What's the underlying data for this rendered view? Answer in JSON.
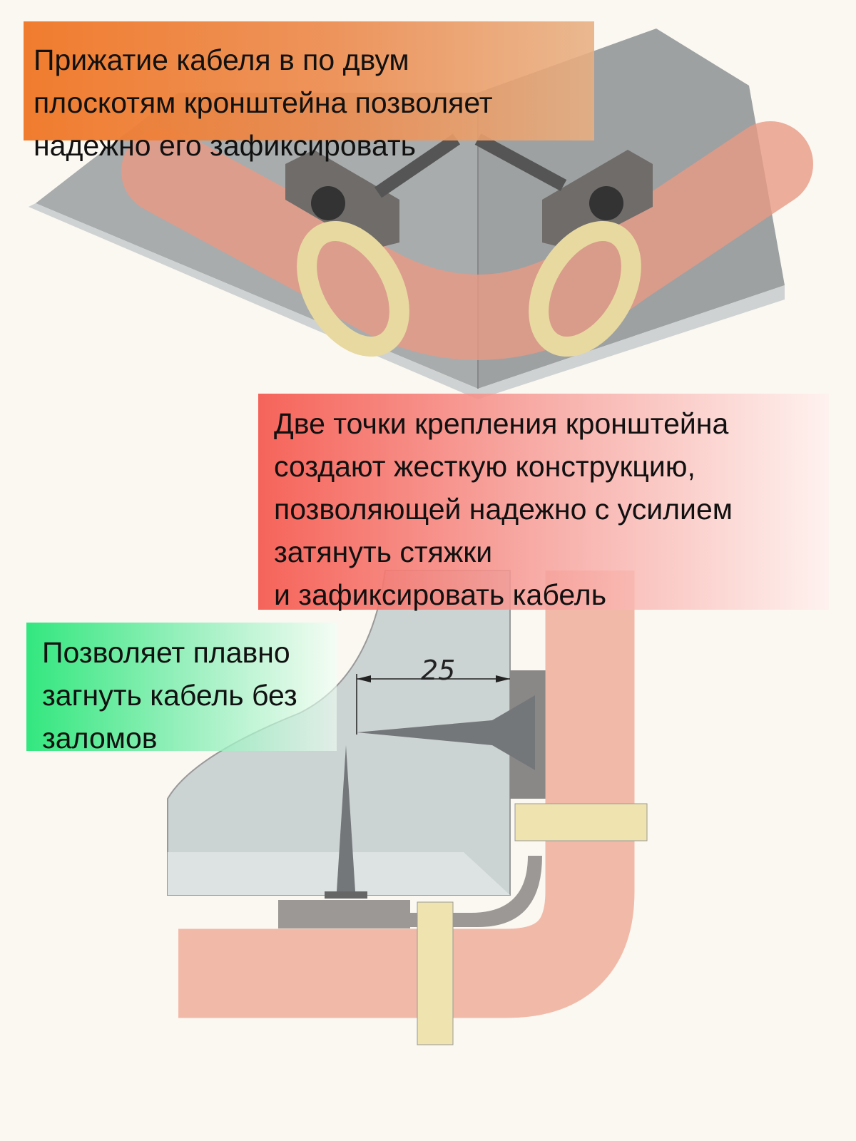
{
  "callouts": {
    "top": {
      "lines": [
        "Прижатие кабеля в по двум",
        "плоскотям кронштейна позволяет",
        "надежно его зафиксировать"
      ],
      "color": "#f07828"
    },
    "middle": {
      "lines": [
        "Две точки крепления кронштейна",
        "создают жесткую конструкцию,",
        "позволяющей надежно с усилием",
        "затянуть стяжки",
        "и зафиксировать кабель"
      ],
      "color": "#f55f55"
    },
    "left": {
      "lines": [
        "Позволяет плавно",
        "загнуть кабель без",
        "заломов"
      ],
      "color": "#28e678"
    }
  },
  "dimension": {
    "value": "25"
  },
  "colors": {
    "wall": "#9ea3a4",
    "cable": "#e8a08c",
    "clamp": "#efe3b0",
    "screw": "#7a7c7e"
  }
}
